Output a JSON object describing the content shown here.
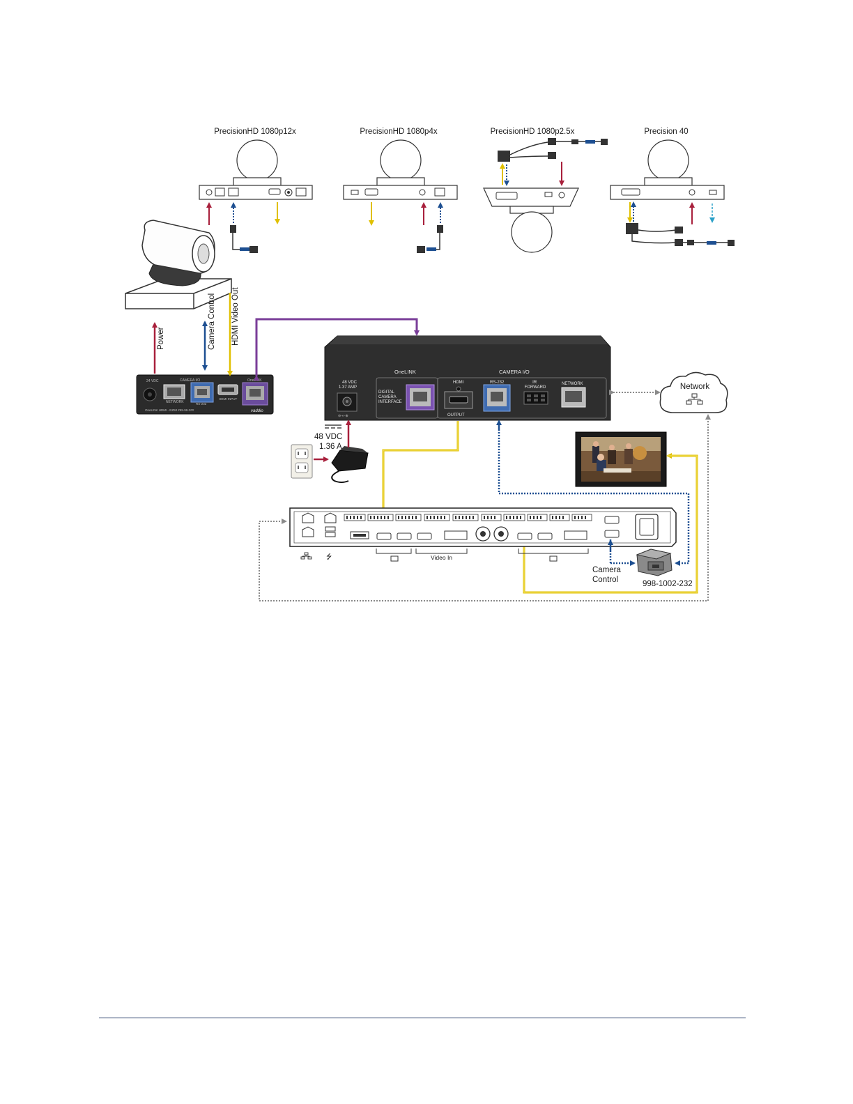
{
  "cameras": {
    "top": [
      {
        "model": "PrecisionHD 1080p12x"
      },
      {
        "model": "PrecisionHD 1080p4x"
      },
      {
        "model": "PrecisionHD 1080p2.5x"
      },
      {
        "model": "Precision 40"
      }
    ]
  },
  "camera_cables": {
    "power": "Power",
    "camera_control": "Camera Control",
    "hdmi_video_out": "HDMI Video Out"
  },
  "onelink_camera_box": {
    "power_jack": "24 VDC",
    "camera_io": "CAMERA I/O",
    "network": "NETWORK",
    "rs232": "RS-232",
    "hdmi_input": "HDMI INPUT",
    "onelink": "OneLINK",
    "model_line": "OneLINK HDMI - EZIM  #99-99-###",
    "logo": "vaddio"
  },
  "onelink_bridge": {
    "power_label": "48 VDC\n1.37 AMP",
    "onelink_header": "OneLINK",
    "camera_io_header": "CAMERA I/O",
    "digital_camera_interface": "DIGITAL\nCAMERA\nINTERFACE",
    "hdmi": "HDMI",
    "output": "OUTPUT",
    "rs232": "RS-232",
    "ir_forward": "IR\nFORWARD",
    "network": "NETWORK"
  },
  "power_supply": {
    "voltage": "48 VDC",
    "current": "1.36 A"
  },
  "network_cloud": {
    "label": "Network"
  },
  "codec": {
    "video_in": "Video In",
    "camera_control": "Camera\nControl",
    "adapter_part": "998-1002-232"
  },
  "colors": {
    "power": "#a8203c",
    "control": "#1d4f91",
    "video": "#f0d020",
    "onelink": "#7a3d98",
    "network": "#8a8a8a",
    "device": "#2b2b2b",
    "footer_rule": "#2a3f6a"
  }
}
